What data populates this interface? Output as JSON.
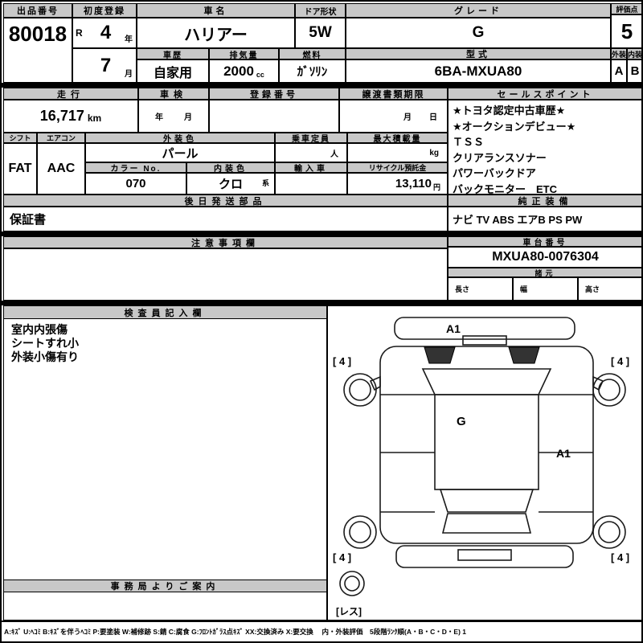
{
  "labels": {
    "exhibit": "出品番号",
    "first_reg": "初度登録",
    "car_name": "車名",
    "door": "ドア形状",
    "grade": "グレード",
    "score": "評価点",
    "history": "車歴",
    "displacement": "排気量",
    "fuel": "燃料",
    "model": "型式",
    "exterior": "外装",
    "interior": "内装",
    "mileage": "走行",
    "inspection": "車検",
    "reg_no": "登録番号",
    "transfer": "譲渡書類期限",
    "sales_point": "セールスポイント",
    "shift": "シフト",
    "aircon": "エアコン",
    "ext_color": "外装色",
    "capacity": "乗車定員",
    "max_load": "最大積載量",
    "color_no": "カラー No.",
    "int_color": "内装色",
    "import_car": "輸入車",
    "recycle": "リサイクル預託金",
    "later_parts": "後日発送部品",
    "equipment": "純正装備",
    "notes": "注意事項欄",
    "chassis": "車台番号",
    "dimensions": "諸元",
    "length": "長さ",
    "width": "幅",
    "height": "高さ",
    "inspector": "検査員記入欄",
    "office": "事務局よりご案内"
  },
  "values": {
    "exhibit_no": "80018",
    "era": "R",
    "reg_year": "4",
    "year_unit": "年",
    "reg_month": "7",
    "month_unit": "月",
    "car_name": "ハリアー",
    "door": "5W",
    "grade": "G",
    "score": "5",
    "history": "自家用",
    "displacement": "2000",
    "displacement_unit": "cc",
    "fuel": "ｶﾞｿﾘﾝ",
    "model": "6BA-MXUA80",
    "exterior_grade": "A",
    "interior_grade": "B",
    "mileage": "16,717",
    "mileage_unit": "km",
    "inspection_year_unit": "年",
    "inspection_month_unit": "月",
    "transfer_month_unit": "月",
    "transfer_day_unit": "日",
    "shift": "FAT",
    "aircon": "AAC",
    "ext_color": "パール",
    "capacity_unit": "人",
    "max_load_unit": "kg",
    "color_no": "070",
    "int_color": "クロ",
    "int_color_suffix": "系",
    "recycle_amount": "13,110",
    "recycle_unit": "円",
    "later_parts": "保証書",
    "equipment": "ナビ TV ABS エアB PS PW",
    "chassis": "MXUA80-0076304"
  },
  "sales_points": [
    "★トヨタ認定中古車歴★",
    "★オークションデビュー★",
    "ＴＳＳ",
    "クリアランスソナー",
    "パワーバックドア",
    "バックモニター　ETC"
  ],
  "inspector_notes": [
    "室内内張傷",
    "シートすれ小",
    "外装小傷有り"
  ],
  "diagram": {
    "front_mark": "A1",
    "glass_mark": "G",
    "side_mark": "A1",
    "tire_front_left": "[ 4 ]",
    "tire_front_right": "[ 4 ]",
    "tire_rear_left": "[ 4 ]",
    "tire_rear_right": "[ 4 ]",
    "spare_mark": "[レス]"
  },
  "legend": "A:ｷｽﾞ  U:ﾍｺﾐ  B:ｷｽﾞを伴うﾍｺﾐ  P:要塗装  W:補修跡  S:錆  C:腐食  G:ﾌﾛﾝﾄｶﾞﾗｽ点ｷｽﾞ  XX:交換済み  X:要交換　 内・外装評価　5段階ﾗﾝｸ順(A・B・C・D・E) 1",
  "colors": {
    "header_bg": "#c8c8c8",
    "border": "#000000"
  }
}
